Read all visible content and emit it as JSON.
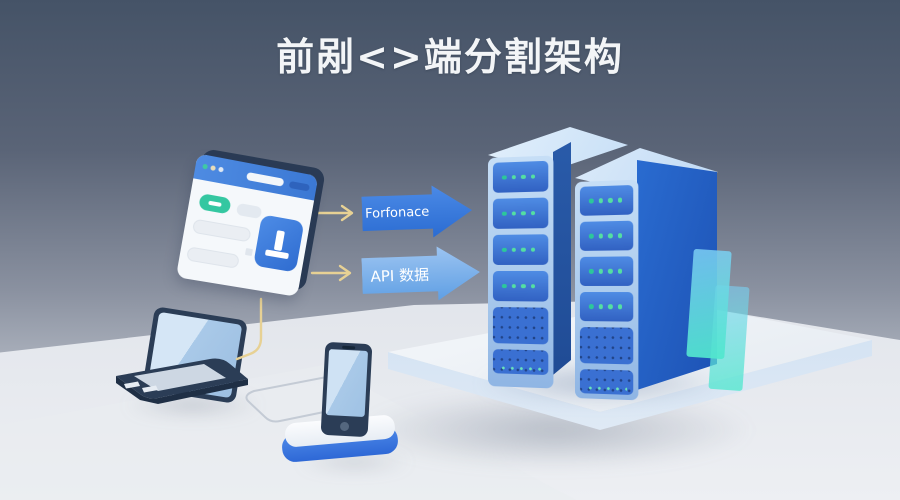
{
  "title": "前剐<>端分割架构",
  "flow": {
    "arrows": [
      {
        "label": "Forfonace"
      },
      {
        "label": "API 数据"
      }
    ]
  },
  "icons": {
    "window_controls": "three-dots",
    "primary_button_glyph": "dash",
    "blue_tile_glyph": "upside-down-T-upload",
    "server_leds": "four-mint-dot-row",
    "server_vents": "dot-grid",
    "connectors": "thin-yellow-arrow-lines"
  },
  "colors": {
    "background_top": "#455367",
    "background_bottom": "#c2c7cf",
    "window_bar_blue": "#4080d8",
    "accent_blue": "#3b7fd9",
    "light_arrow_blue": "#7db2ec",
    "teal_button": "#34c7a1",
    "led_mint": "#54dfa2",
    "connector_yellow": "#e7d194",
    "glass_teal": "#50e8cd",
    "server_chassis": "#bcd7f2",
    "server_panel": "#3c76d6"
  }
}
